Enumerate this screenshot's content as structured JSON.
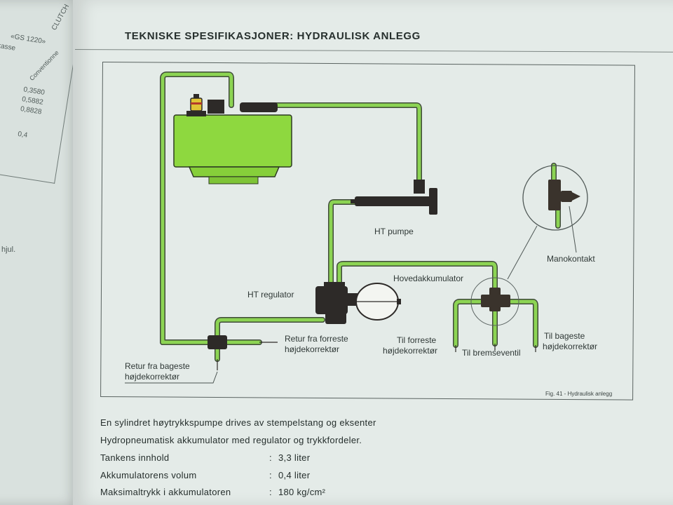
{
  "page": {
    "title": "TEKNISKE SPESIFIKASJONER: HYDRAULISK ANLEGG",
    "caption": "Fig. 41 - Hydraulisk anlegg"
  },
  "left_page": {
    "clutch": "CLUTCH",
    "model": "«GS 1220»",
    "kasse": "rkasse",
    "conv_header": "Conventionne",
    "values": [
      "0,3580",
      "0,5882",
      "0,8828",
      "0,4"
    ],
    "hjul": "hjul."
  },
  "diagram": {
    "labels": {
      "ht_pumpe": "HT pumpe",
      "ht_regulator": "HT regulator",
      "hovedakkumulator": "Hovedakkumulator",
      "manokontakt": "Manokontakt",
      "retur_forreste": [
        "Retur fra forreste",
        "højdekorrektør"
      ],
      "retur_bageste": [
        "Retur fra bageste",
        "højdekorrektør"
      ],
      "til_forreste": [
        "Til forreste",
        "højdekorrektør"
      ],
      "til_bremseventil": "Til bremseventil",
      "til_bageste": [
        "Til bageste",
        "højdekorrektør"
      ]
    }
  },
  "specs": {
    "line1": "En sylindret høytrykkspumpe drives av stempelstang og eksenter",
    "line2": "Hydropneumatisk akkumulator med regulator og trykkfordeler.",
    "rows": [
      {
        "label": "Tankens innhold",
        "value": "3,3 liter"
      },
      {
        "label": "Akkumulatorens volum",
        "value": "0,4 liter"
      },
      {
        "label": "Maksimaltrykk i akkumulatoren",
        "value": "180 kg/cm²"
      }
    ]
  },
  "colors": {
    "pipe_green": "#8cd453",
    "tank_green": "#8ed83f",
    "component_dark": "#2d2a28"
  }
}
